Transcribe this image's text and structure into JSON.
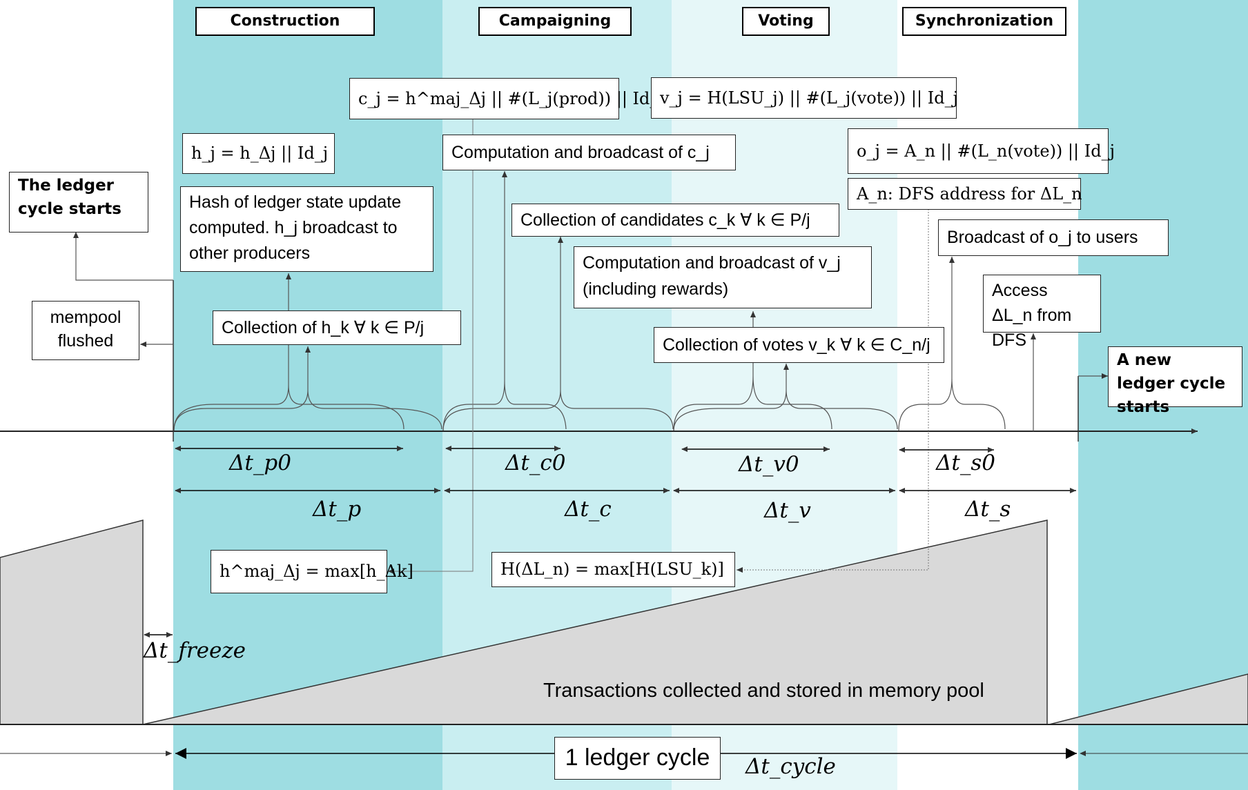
{
  "colors": {
    "construction": "#9edde2",
    "campaigning": "#c9eef1",
    "voting": "#e6f7f8",
    "synchronization": "#ffffff",
    "next_cycle": "#9edde2",
    "pool_fill": "#d9d9d9"
  },
  "phases": {
    "construction": "Construction",
    "campaigning": "Campaigning",
    "voting": "Voting",
    "synchronization": "Synchronization"
  },
  "formulas": {
    "c_j": "c_j = h^maj_Δj || #(L_j(prod)) || Id_j",
    "v_j": "v_j = H(LSU_j) || #(L_j(vote)) || Id_j",
    "h_j": "h_j = h_Δj || Id_j",
    "o_j": "o_j = A_n || #(L_n(vote)) || Id_j",
    "a_n": "A_n: DFS address for ΔL_n",
    "h_maj": "h^maj_Δj = max[h_Δk]",
    "h_delta_ln": "H(ΔL_n) = max[H(LSU_k)]"
  },
  "boxes": {
    "ledger_starts": "The ledger cycle starts",
    "mempool_flushed": "mempool flushed",
    "hash_computed": "Hash of ledger state update computed. h_j broadcast to other producers",
    "collection_h": "Collection of h_k ∀ k ∈ P/j",
    "computation_c": "Computation and broadcast of c_j",
    "collection_c": "Collection of candidates c_k ∀ k ∈ P/j",
    "computation_v": "Computation and broadcast of v_j (including rewards)",
    "collection_v": "Collection of votes v_k ∀ k ∈ C_n/j",
    "broadcast_o": "Broadcast of o_j to users",
    "access_dfs": "Access ΔL_n from DFS",
    "new_ledger": "A new ledger cycle starts"
  },
  "intervals": {
    "tp0": "Δt_p0",
    "tc0": "Δt_c0",
    "tv0": "Δt_v0",
    "ts0": "Δt_s0",
    "tp": "Δt_p",
    "tc": "Δt_c",
    "tv": "Δt_v",
    "ts": "Δt_s",
    "tfreeze": "Δt_freeze",
    "tcycle": "Δt_cycle"
  },
  "pool_label": "Transactions collected and stored in memory pool",
  "cycle_label": "1 ledger cycle"
}
